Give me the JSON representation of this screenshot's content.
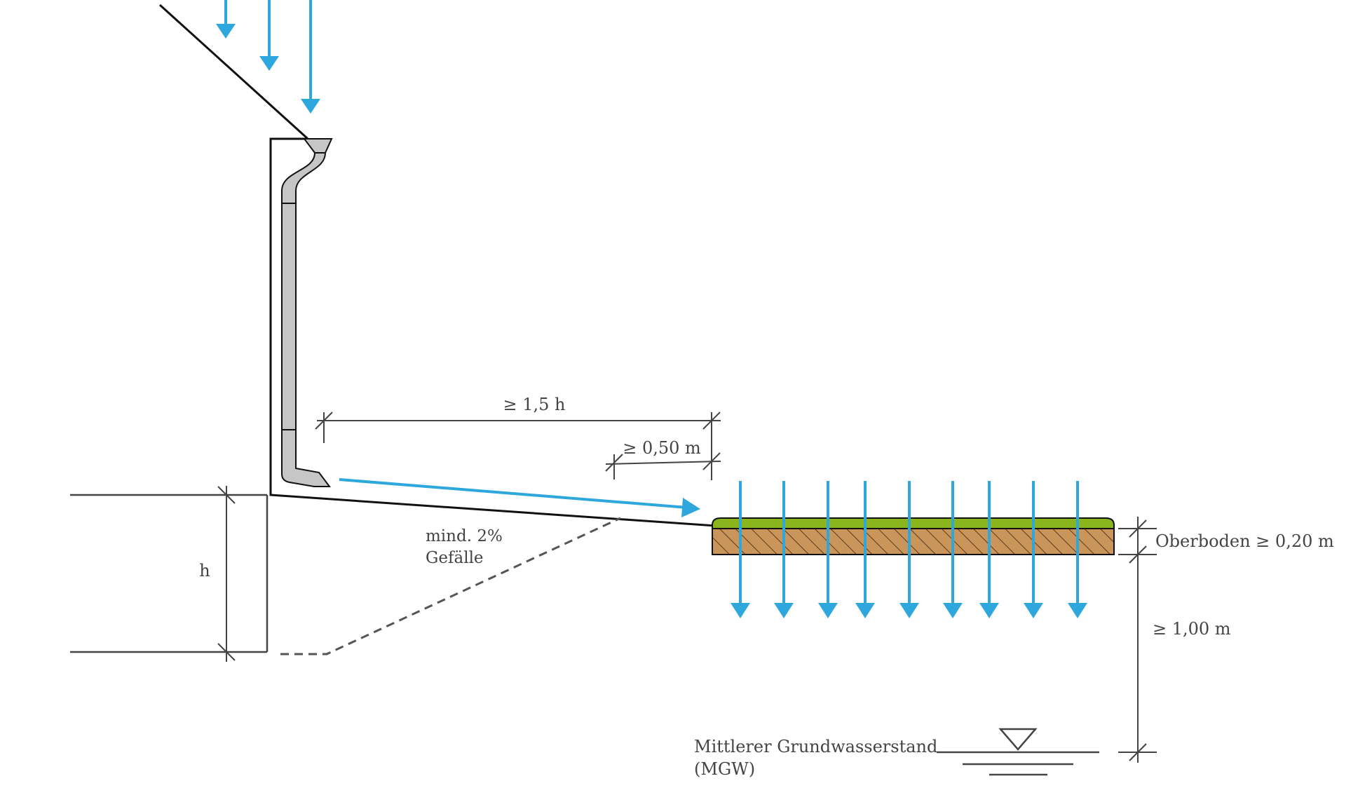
{
  "labels": {
    "distance_house": "≥ 1,5  h",
    "distance_min": "≥ 0,50 m",
    "slope_line1": "mind. 2%",
    "slope_line2": "Gefälle",
    "height": "h",
    "topsoil": "Oberboden ≥ 0,20 m",
    "depth_to_groundwater": "≥ 1,00 m",
    "groundwater_line1": "Mittlerer Grundwasserstand",
    "groundwater_line2": "(MGW)"
  },
  "colors": {
    "water": "#2ea7dd",
    "grass": "#8ab51d",
    "soil": "#c9955a",
    "pipe": "#c6c6c6",
    "line": "#111111",
    "dimension": "#444444",
    "text": "#444444"
  }
}
